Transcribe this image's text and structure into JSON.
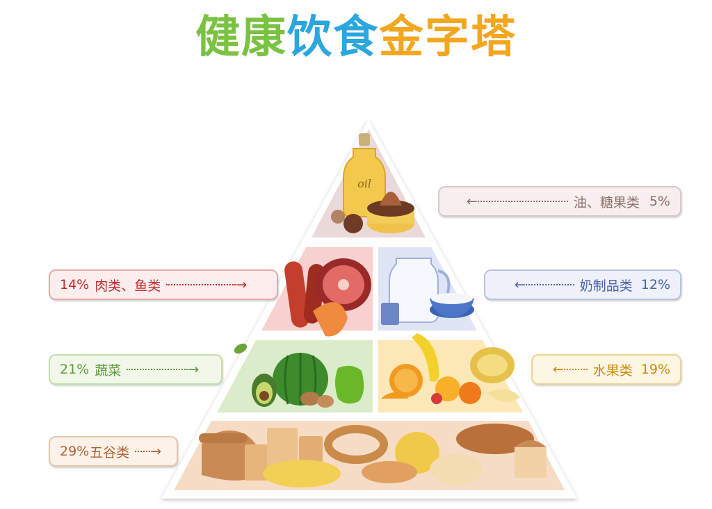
{
  "title": {
    "chars": [
      {
        "text": "健",
        "color": "#7cc242"
      },
      {
        "text": "康",
        "color": "#7cc242"
      },
      {
        "text": "饮",
        "color": "#2ba6de"
      },
      {
        "text": "食",
        "color": "#2ba6de"
      },
      {
        "text": "金",
        "color": "#f3a71f"
      },
      {
        "text": "字",
        "color": "#f3a71f"
      },
      {
        "text": "塔",
        "color": "#f3a71f"
      }
    ]
  },
  "levels": {
    "top": {
      "name": "油、糖果类",
      "percent": "5%",
      "color": "#8c6e6a",
      "bg": "#f6efee",
      "border": "#d8cac8"
    },
    "meat": {
      "name": "肉类、鱼类",
      "percent": "14%",
      "color": "#c42a2a",
      "bg": "#fdeeee",
      "border": "#e8a8a8"
    },
    "dairy": {
      "name": "奶制品类",
      "percent": "12%",
      "color": "#4a63b0",
      "bg": "#eef1fa",
      "border": "#b8c3e4"
    },
    "veg": {
      "name": "蔬菜",
      "percent": "21%",
      "color": "#5f9a3a",
      "bg": "#f1f8ea",
      "border": "#c4deaa"
    },
    "fruit": {
      "name": "水果类",
      "percent": "19%",
      "color": "#c98a10",
      "bg": "#fdf6e3",
      "border": "#ecd497"
    },
    "grain": {
      "name": "五谷类",
      "percent": "29%",
      "color": "#b0602e",
      "bg": "#fcf2ea",
      "border": "#e5c5ac"
    }
  },
  "icons": {
    "top": "oil-bottle-and-cake",
    "meat": "sausage-ham-shrimp",
    "dairy": "milk-jug-and-yogurt",
    "veg": "pumpkin-avocado-pepper",
    "fruit": "banana-orange-melon",
    "grain": "bread-and-crackers"
  }
}
